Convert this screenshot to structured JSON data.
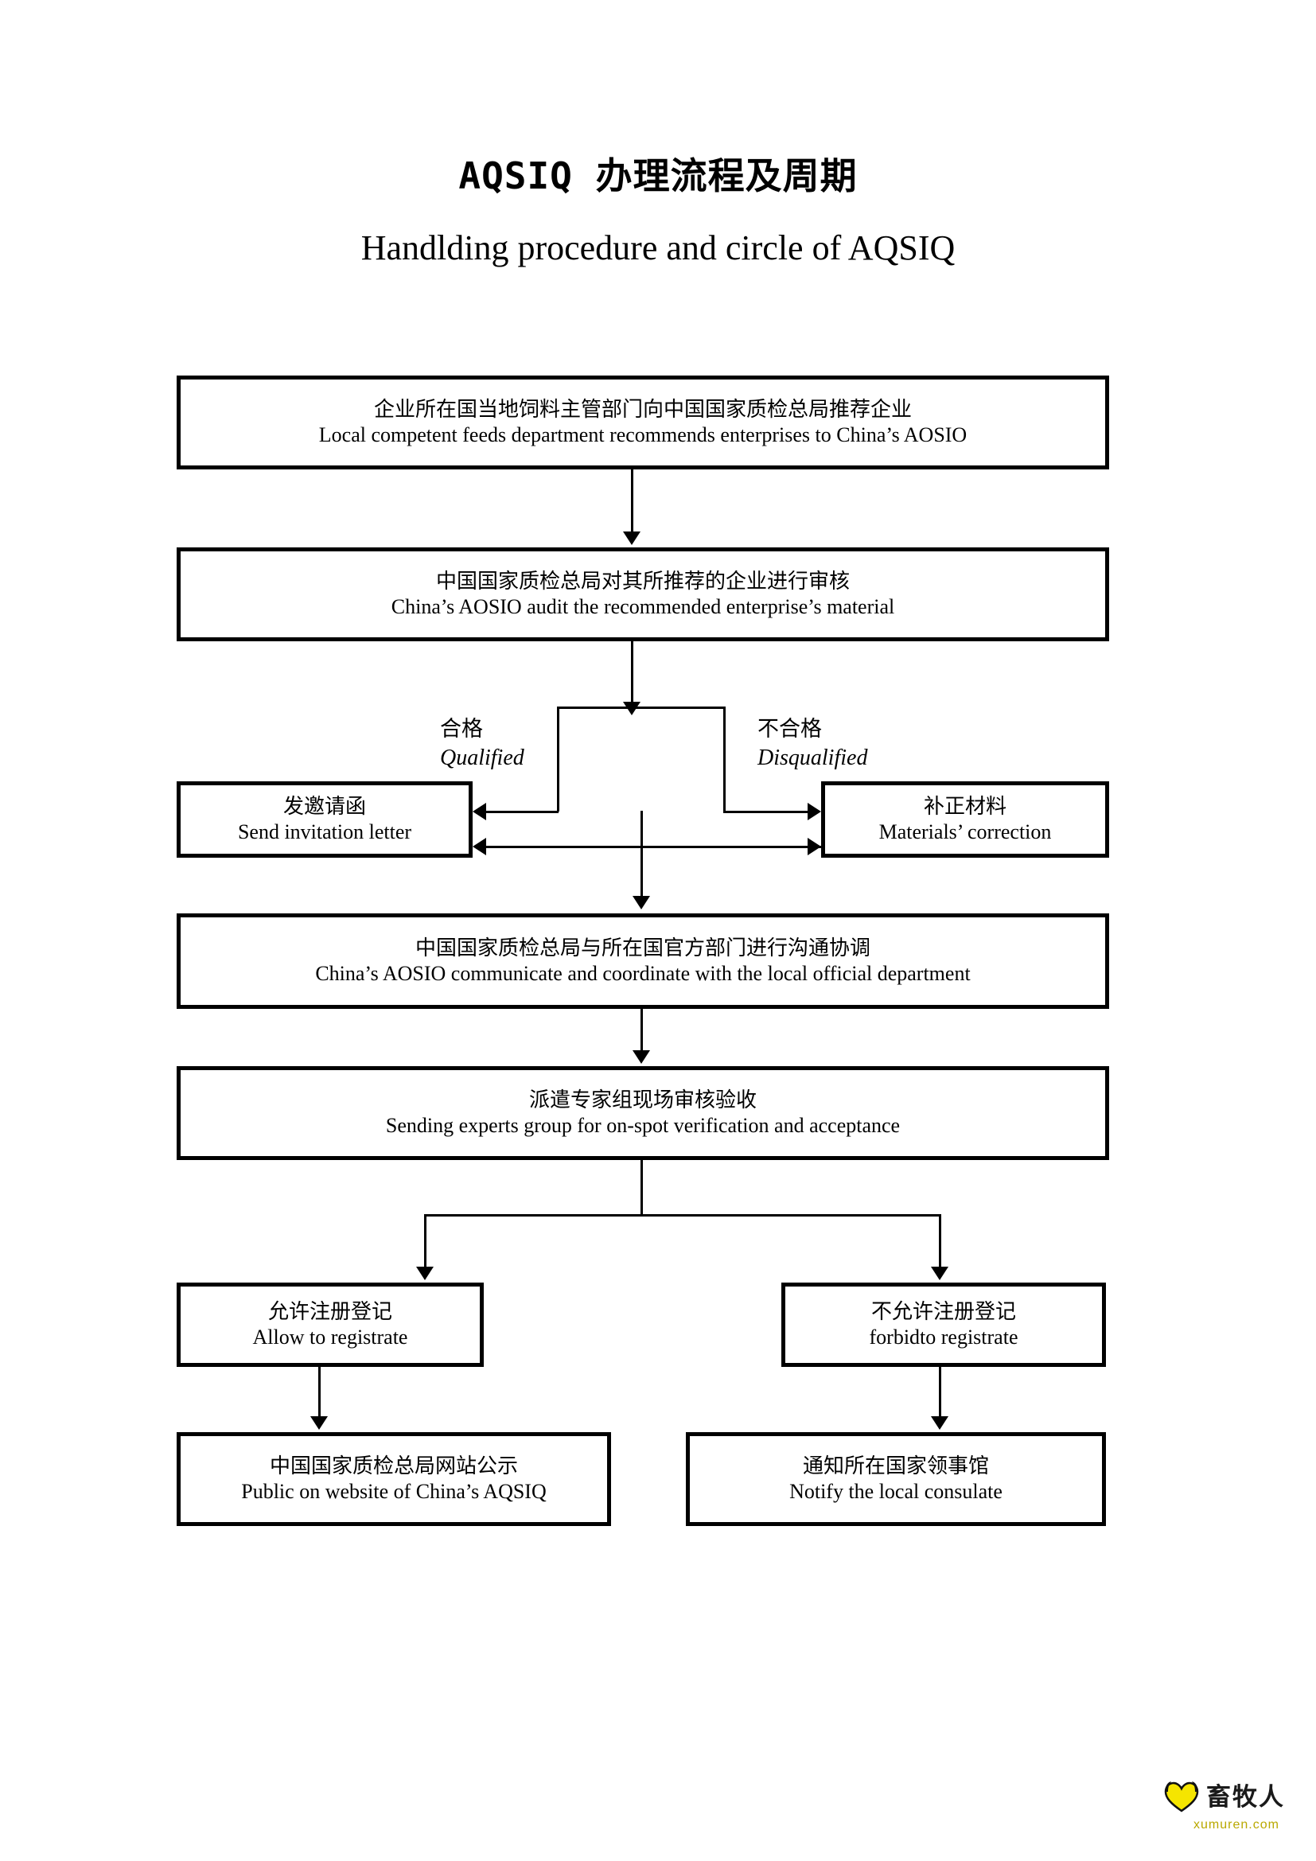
{
  "title": {
    "cn": "AQSIQ 办理流程及周期",
    "en": "Handlding procedure and circle of AQSIQ"
  },
  "nodes": {
    "recommend": {
      "cn": "企业所在国当地饲料主管部门向中国国家质检总局推荐企业",
      "en": "Local competent feeds department recommends enterprises to China’s AOSIO"
    },
    "audit": {
      "cn": "中国国家质检总局对其所推荐的企业进行审核",
      "en": "China’s AOSIO audit the recommended enterprise’s material"
    },
    "invitation": {
      "cn": "发邀请函",
      "en": "Send invitation letter"
    },
    "correction": {
      "cn": "补正材料",
      "en": "Materials’ correction"
    },
    "coordinate": {
      "cn": "中国国家质检总局与所在国官方部门进行沟通协调",
      "en": "China’s AOSIO communicate and coordinate with the local official department"
    },
    "experts": {
      "cn": "派遣专家组现场审核验收",
      "en": "Sending experts group for on-spot verification and acceptance"
    },
    "allow": {
      "cn": "允许注册登记",
      "en": "Allow to registrate"
    },
    "forbid": {
      "cn": "不允许注册登记",
      "en": "forbidto registrate"
    },
    "public": {
      "cn": "中国国家质检总局网站公示",
      "en": "Public on website of China’s AQSIQ"
    },
    "notify": {
      "cn": "通知所在国家领事馆",
      "en": "Notify the local consulate"
    }
  },
  "branches": {
    "qualified": {
      "cn": "合格",
      "en": "Qualified"
    },
    "disqualified": {
      "cn": "不合格",
      "en": "Disqualified"
    }
  },
  "logo": {
    "name": "畜牧人",
    "url": "xumuren.com",
    "mark_color": "#F5E500"
  },
  "colors": {
    "stroke": "#000000",
    "background": "#FFFFFF",
    "logo_yellow": "#F5E500",
    "logo_url": "#B9A800"
  }
}
